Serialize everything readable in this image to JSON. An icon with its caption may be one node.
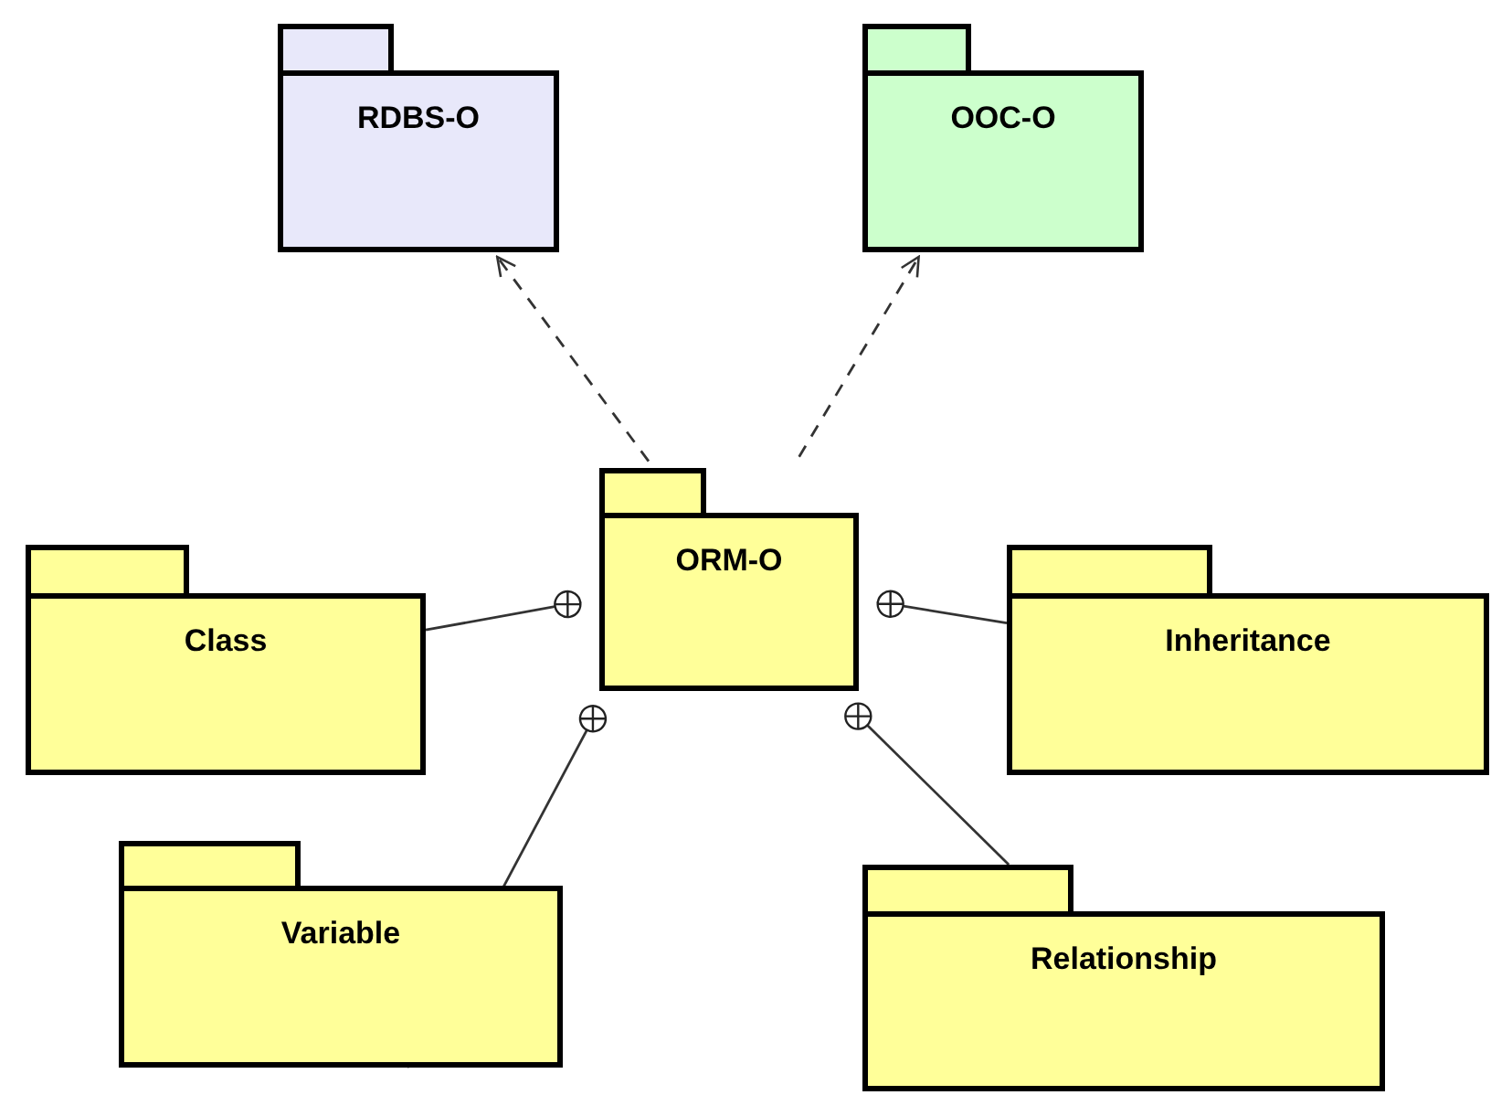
{
  "diagram": {
    "nodes": [
      {
        "text": [
          "RDBS-O"
        ]
      },
      {
        "text": [
          "OOC-O"
        ]
      },
      {
        "text": [
          "ORM-O"
        ]
      },
      {
        "text": [
          "Class"
        ]
      },
      {
        "text": [
          "Inheritance"
        ]
      },
      {
        "text": [
          "Variable"
        ]
      },
      {
        "text": [
          "Relationship"
        ]
      }
    ],
    "edges": [
      {
        "from": 2,
        "to": 0,
        "arrow": "to",
        "style": "dashed"
      },
      {
        "from": 2,
        "to": 1,
        "arrow": "to",
        "style": "dashed"
      },
      {
        "from": 2,
        "to": 3,
        "arrow": "other"
      },
      {
        "from": 2,
        "to": 4,
        "arrow": "other"
      },
      {
        "from": 2,
        "to": 5,
        "arrow": "other"
      },
      {
        "from": 2,
        "to": 6,
        "arrow": "other"
      }
    ]
  }
}
